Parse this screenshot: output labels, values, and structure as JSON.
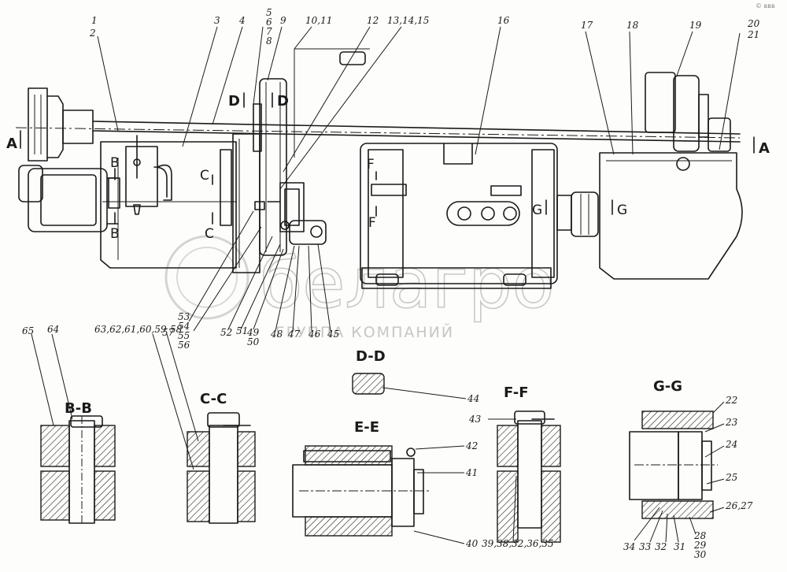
{
  "labels": {
    "l1": "1",
    "l2": "2",
    "l3": "3",
    "l4": "4",
    "l5": "5",
    "l6": "6",
    "l7": "7",
    "l8": "8",
    "l9": "9",
    "l1011": "10,11",
    "l12": "12",
    "l13": "13,14,15",
    "l16": "16",
    "l17": "17",
    "l18": "18",
    "l19": "19",
    "l20": "20",
    "l21": "21",
    "l22": "22",
    "l23": "23",
    "l24": "24",
    "l25": "25",
    "l2627": "26,27",
    "l28": "28",
    "l29": "29",
    "l30": "30",
    "l31": "31",
    "l32b": "32",
    "l33": "33",
    "l34": "34",
    "l40": "40",
    "l41": "41",
    "l42": "42",
    "l43": "43",
    "l44": "44",
    "l3935": "39,38,32,36,35",
    "l45": "45",
    "l46": "46",
    "l47": "47",
    "l48": "48",
    "l49": "49",
    "l50": "50",
    "l51": "51",
    "l52": "52",
    "l53": "53",
    "l54": "54",
    "l55": "55",
    "l56": "56",
    "l57": "57",
    "l58": "58",
    "l6359": "63,62,61,60,59",
    "l64": "64",
    "l65": "65"
  },
  "section_markers": {
    "a_left": "A",
    "a_right": "A",
    "b_top": "B",
    "b_bottom": "B",
    "c_top": "C",
    "c_bottom": "C",
    "d_left": "D",
    "d_right": "D",
    "f_top": "F",
    "f_bottom": "F",
    "g_left": "G",
    "g_right": "G"
  },
  "section_titles": {
    "bb": "B-B",
    "cc": "C-C",
    "dd": "D-D",
    "ee": "E-E",
    "ff": "F-F",
    "gg": "G-G"
  },
  "watermark": {
    "brand": "белагро",
    "subtitle": "ГРУППА КОМПАНИЙ"
  },
  "corner_mark": "© ввв"
}
